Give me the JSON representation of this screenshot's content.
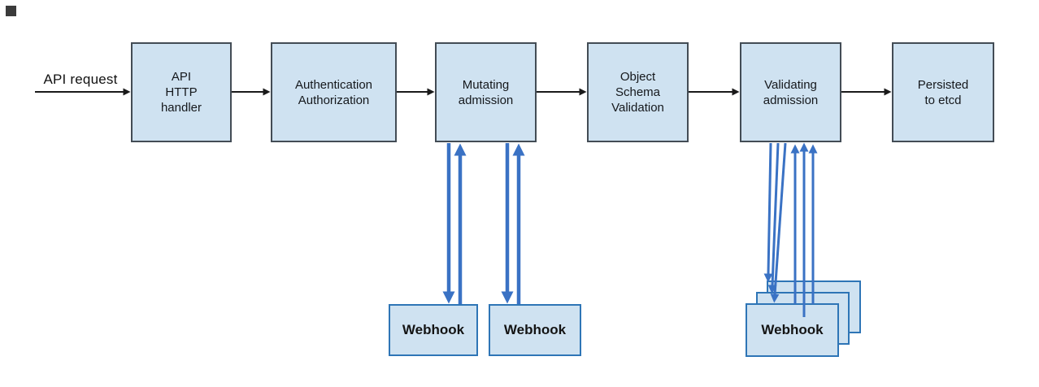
{
  "flow": {
    "request_label": "API request",
    "stages": [
      {
        "lines": [
          "API",
          "HTTP",
          "handler"
        ]
      },
      {
        "lines": [
          "Authentication",
          "Authorization"
        ]
      },
      {
        "lines": [
          "Mutating",
          "admission"
        ]
      },
      {
        "lines": [
          "Object",
          "Schema",
          "Validation"
        ]
      },
      {
        "lines": [
          "Validating",
          "admission"
        ]
      },
      {
        "lines": [
          "Persisted",
          "to etcd"
        ]
      }
    ],
    "mutating_webhooks": [
      {
        "label": "Webhook"
      },
      {
        "label": "Webhook"
      }
    ],
    "validating_webhook": {
      "label": "Webhook",
      "stack_count": 3
    }
  },
  "colors": {
    "box_fill": "#cfe2f1",
    "stage_border": "#434c55",
    "webhook_border": "#2e75b6",
    "arrow_black": "#1a1a1a",
    "arrow_blue": "#3a72c4"
  }
}
